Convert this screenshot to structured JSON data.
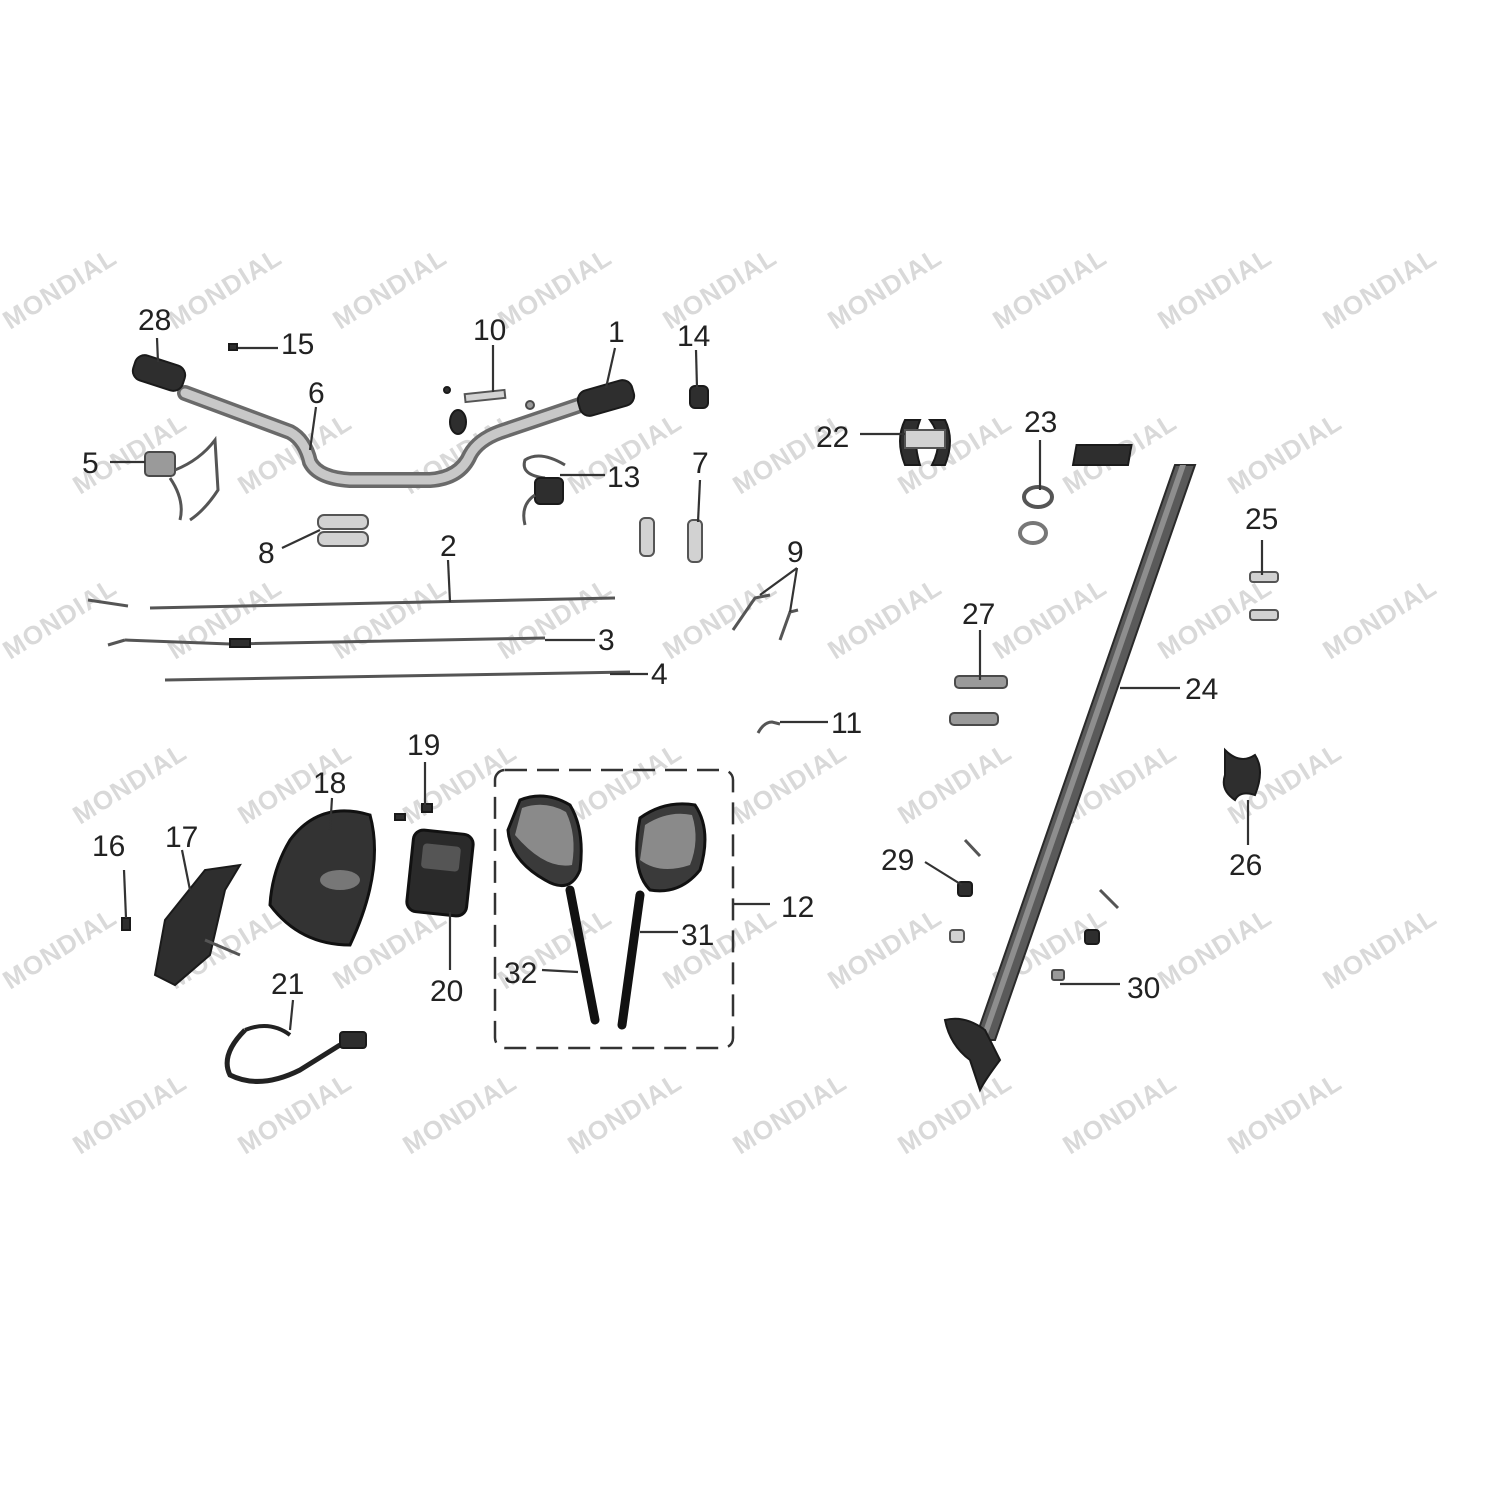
{
  "watermark": {
    "text": "MONDIAL"
  },
  "callouts": [
    {
      "id": "28",
      "label": "28"
    },
    {
      "id": "15",
      "label": "15"
    },
    {
      "id": "10",
      "label": "10"
    },
    {
      "id": "1",
      "label": "1"
    },
    {
      "id": "14",
      "label": "14"
    },
    {
      "id": "6",
      "label": "6"
    },
    {
      "id": "5",
      "label": "5"
    },
    {
      "id": "13",
      "label": "13"
    },
    {
      "id": "7",
      "label": "7"
    },
    {
      "id": "8",
      "label": "8"
    },
    {
      "id": "2",
      "label": "2"
    },
    {
      "id": "3",
      "label": "3"
    },
    {
      "id": "4",
      "label": "4"
    },
    {
      "id": "9",
      "label": "9"
    },
    {
      "id": "11",
      "label": "11"
    },
    {
      "id": "22",
      "label": "22"
    },
    {
      "id": "23",
      "label": "23"
    },
    {
      "id": "25",
      "label": "25"
    },
    {
      "id": "27",
      "label": "27"
    },
    {
      "id": "24",
      "label": "24"
    },
    {
      "id": "26",
      "label": "26"
    },
    {
      "id": "29",
      "label": "29"
    },
    {
      "id": "30",
      "label": "30"
    },
    {
      "id": "19",
      "label": "19"
    },
    {
      "id": "18",
      "label": "18"
    },
    {
      "id": "16",
      "label": "16"
    },
    {
      "id": "17",
      "label": "17"
    },
    {
      "id": "20",
      "label": "20"
    },
    {
      "id": "21",
      "label": "21"
    },
    {
      "id": "12",
      "label": "12"
    },
    {
      "id": "31",
      "label": "31"
    },
    {
      "id": "32",
      "label": "32"
    }
  ]
}
